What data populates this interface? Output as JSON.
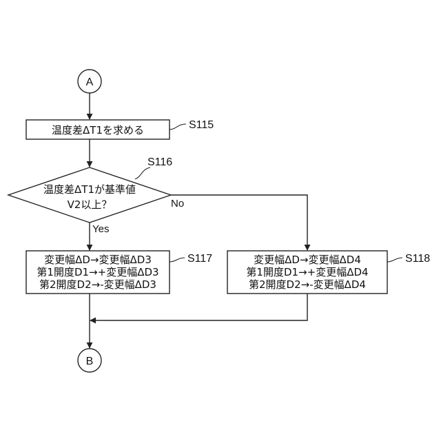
{
  "connectors": {
    "start": "A",
    "end": "B"
  },
  "steps": {
    "s115": {
      "id": "S115",
      "text": "温度差ΔT1を求める"
    },
    "s116": {
      "id": "S116",
      "lines": [
        "温度差ΔT1が基準値",
        "V2以上？"
      ],
      "yes": "Yes",
      "no": "No"
    },
    "s117": {
      "id": "S117",
      "lines": [
        "変更幅ΔD→変更幅ΔD3",
        "第1開度D1→+変更幅ΔD3",
        "第2開度D2→-変更幅ΔD3"
      ]
    },
    "s118": {
      "id": "S118",
      "lines": [
        "変更幅ΔD→変更幅ΔD4",
        "第1開度D1→+変更幅ΔD4",
        "第2開度D2→-変更幅ΔD4"
      ]
    }
  }
}
